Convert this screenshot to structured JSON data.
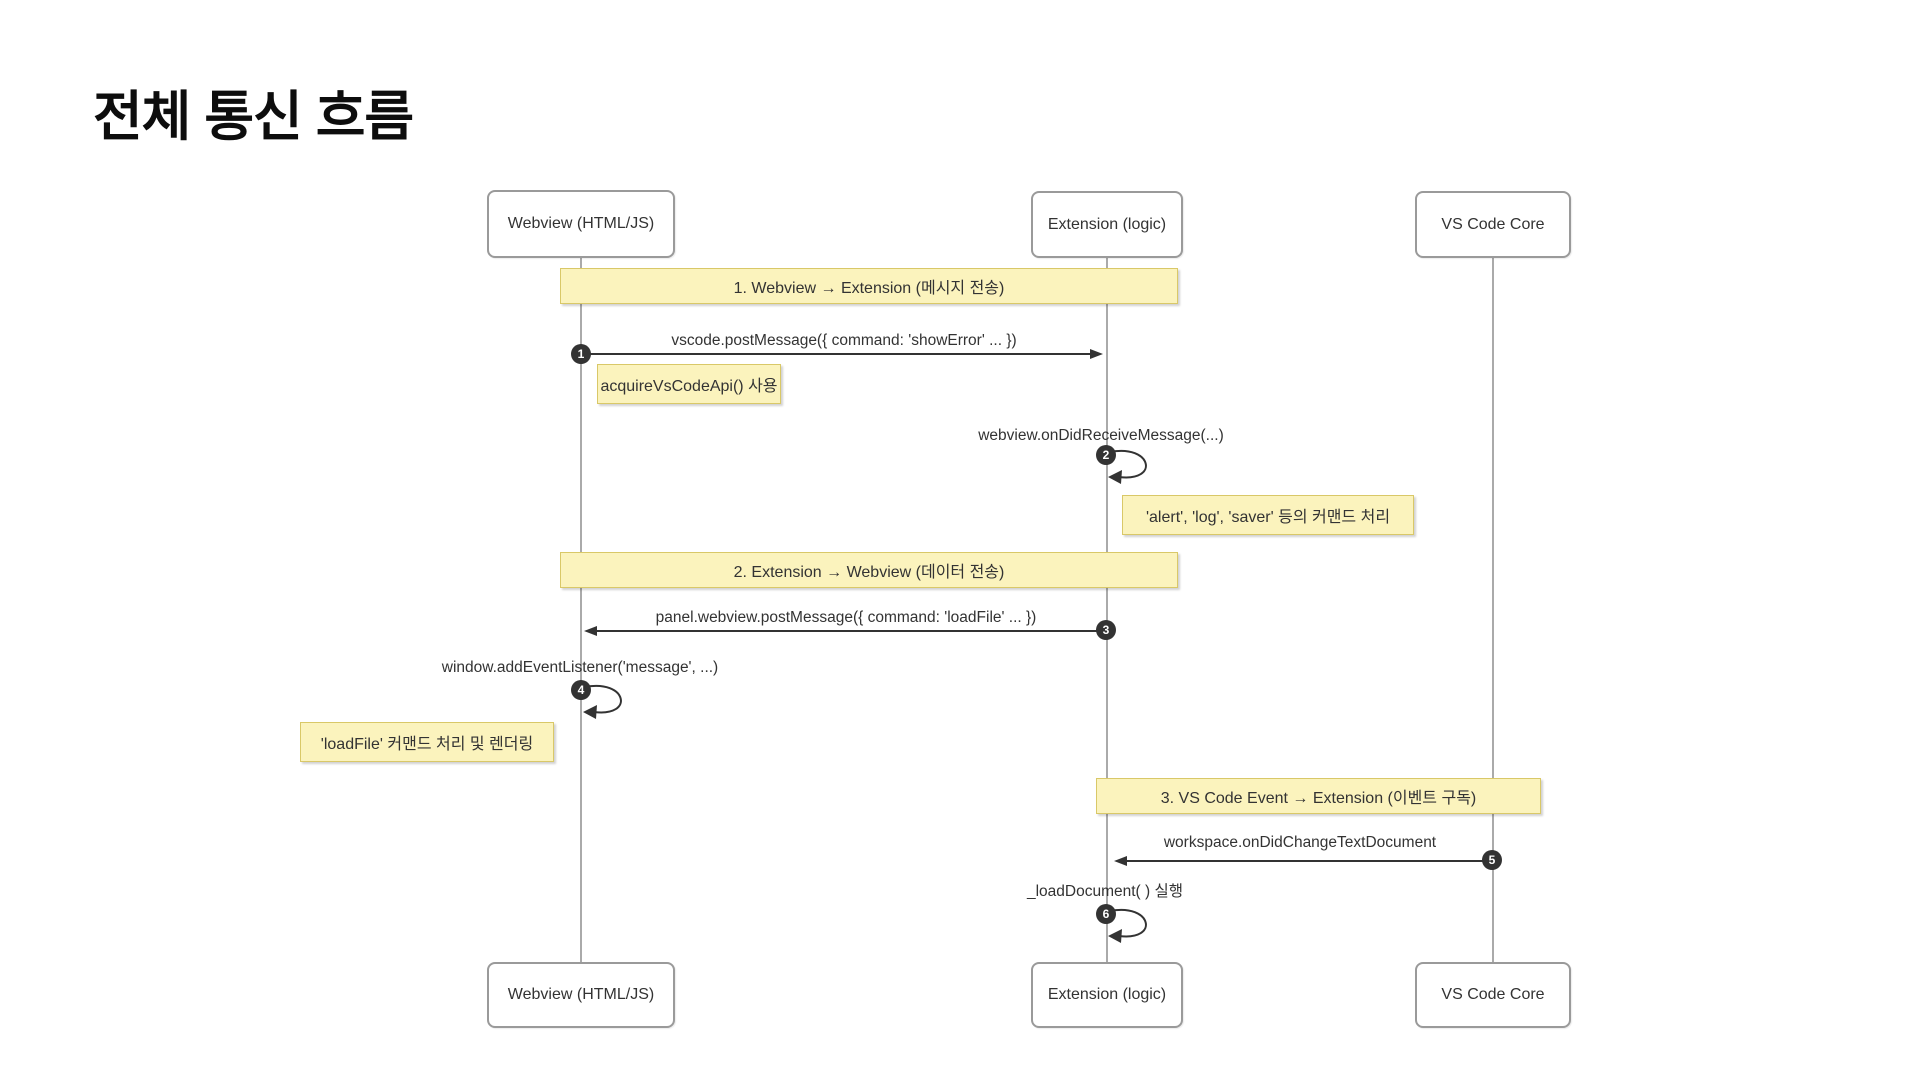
{
  "page": {
    "title": "전체 통신 흐름"
  },
  "colors": {
    "background": "#FFFFFF",
    "note_fill": "#FBF3BD",
    "note_border": "#D9C868",
    "actor_fill": "#FFFFFF",
    "actor_border": "#9A9A9A",
    "lifeline": "#AAAAAA",
    "arrow": "#333333",
    "number_badge_fill": "#333333",
    "number_badge_text": "#FFFFFF",
    "text": "#333333"
  },
  "diagram": {
    "type": "sequence",
    "participants": [
      {
        "id": "webview",
        "label": "Webview (HTML/JS)"
      },
      {
        "id": "extension",
        "label": "Extension (logic)"
      },
      {
        "id": "vscode",
        "label": "VS Code Core"
      }
    ],
    "sections": [
      {
        "label": "1. Webview → Extension (메시지 전송)"
      },
      {
        "label": "2. Extension → Webview (데이터 전송)"
      },
      {
        "label": "3. VS Code Event → Extension (이벤트 구독)"
      }
    ],
    "messages": [
      {
        "seq": "1",
        "from": "webview",
        "to": "extension",
        "label": "vscode.postMessage({ command: 'showError' ... })"
      },
      {
        "seq": "2",
        "from": "extension",
        "to": "extension",
        "label": "webview.onDidReceiveMessage(...)"
      },
      {
        "seq": "3",
        "from": "extension",
        "to": "webview",
        "label": "panel.webview.postMessage({ command: 'loadFile' ... })"
      },
      {
        "seq": "4",
        "from": "webview",
        "to": "webview",
        "label": "window.addEventListener('message', ...)"
      },
      {
        "seq": "5",
        "from": "vscode",
        "to": "extension",
        "label": "workspace.onDidChangeTextDocument"
      },
      {
        "seq": "6",
        "from": "extension",
        "to": "extension",
        "label": "_loadDocument( ) 실행"
      }
    ],
    "notes": [
      {
        "anchor": "webview",
        "label": "acquireVsCodeApi() 사용"
      },
      {
        "anchor": "extension",
        "label": "'alert', 'log', 'saver' 등의 커맨드 처리"
      },
      {
        "anchor": "webview",
        "label": "'loadFile' 커맨드 처리 및 렌더링"
      }
    ]
  }
}
